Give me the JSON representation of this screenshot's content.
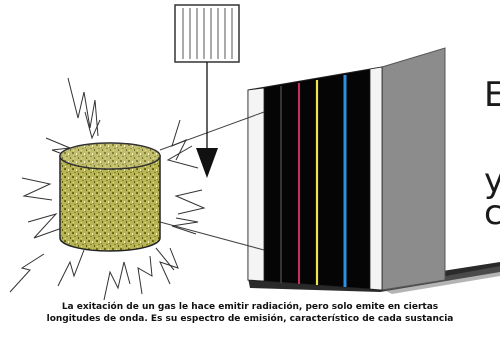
{
  "side_text": {
    "line1": "E",
    "line2": "y",
    "line3": "c"
  },
  "caption": {
    "line1": "La exitación de un gas le hace emitir radiación, pero solo emite en ciertas",
    "line2": "longitudes de onda. Es su espectro de emisión, característico de cada  sustancia"
  },
  "colors": {
    "gas": "#8f8a1e",
    "spectrum_background": "#050505",
    "screen_side": "#8c8c8c",
    "shadow": "#262626",
    "line_red": "#e0306a",
    "line_yellow": "#f2e34a",
    "line_blue": "#2f8fe0"
  },
  "icons": [
    "grating-icon",
    "arrow-down-icon",
    "gas-cylinder-icon",
    "spectrum-screen-icon"
  ]
}
